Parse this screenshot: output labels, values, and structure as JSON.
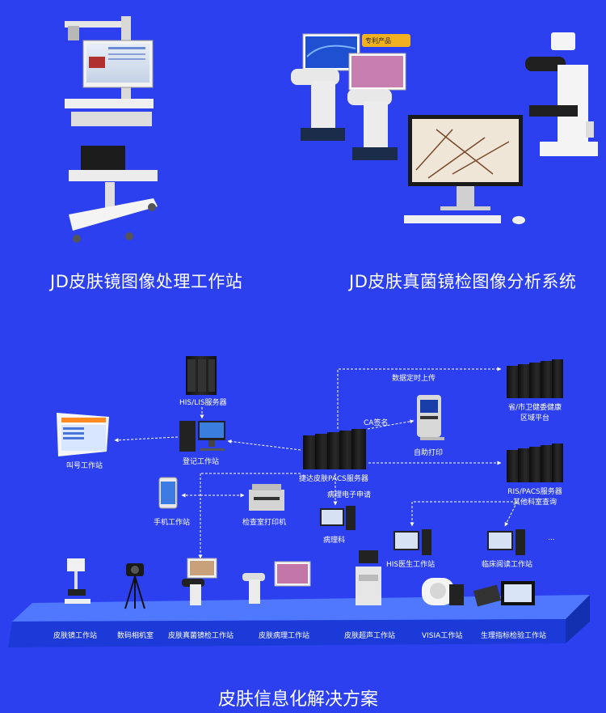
{
  "captions": {
    "left": "JD皮肤镜图像处理工作站",
    "right": "JD皮肤真菌镜检图像分析系统"
  },
  "badge": "专利产品",
  "network": {
    "his_lis_server": "HIS/LIS服务器",
    "register_station": "登记工作站",
    "call_station": "叫号工作站",
    "pacs_server": "捷达皮肤PACS服务器",
    "ca_sign": "CA签名",
    "data_upload": "数据定时上传",
    "self_print": "自助打印",
    "regional_platform_line1": "省/市卫健委健康",
    "regional_platform_line2": "区域平台",
    "ris_pacs_line1": "RIS/PACS服务器",
    "ris_pacs_line2": "其他科室查询",
    "mobile_station": "手机工作站",
    "exam_printer": "检查室打印机",
    "pathology_request": "病理电子申请",
    "pathology_dept": "病理科",
    "his_doctor_station": "HIS医生工作站",
    "clinical_reading_station": "临床阅读工作站",
    "ellipsis": "..."
  },
  "platform_items": [
    "皮肤镜工作站",
    "数码相机室",
    "皮肤真菌镜检工作站",
    "皮肤病理工作站",
    "皮肤超声工作站",
    "VISIA工作站",
    "生理指标检验工作站"
  ],
  "footer_title": "皮肤信息化解决方案",
  "colors": {
    "background": "#2c40f0",
    "platform_top": "#4f78ff",
    "platform_front": "#1b3ad8",
    "server": "#1a1a1a",
    "dashed_line": "#ffffff"
  }
}
